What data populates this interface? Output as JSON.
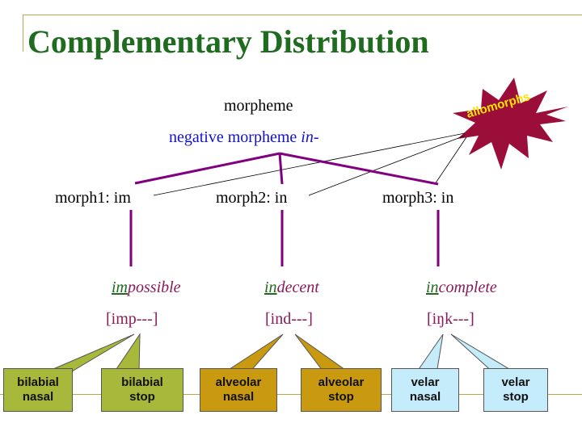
{
  "title": "Complementary Distribution",
  "morpheme_label": "morpheme",
  "negative_morpheme": {
    "text": "negative morpheme ",
    "italic": "in-"
  },
  "starburst_label": "allomorphs",
  "morphs": [
    {
      "label": "morph1: im"
    },
    {
      "label": "morph2: in"
    },
    {
      "label": "morph3: in"
    }
  ],
  "words": [
    {
      "prefix": "im",
      "rest": "possible",
      "transcription": "[imp---]"
    },
    {
      "prefix": "in",
      "rest": "decent",
      "transcription": "[ind---]"
    },
    {
      "prefix": "in",
      "rest": "complete",
      "transcription": "[iŋk---]"
    }
  ],
  "boxes": [
    {
      "line1": "bilabial",
      "line2": "nasal"
    },
    {
      "line1": "bilabial",
      "line2": "stop"
    },
    {
      "line1": "alveolar",
      "line2": "nasal"
    },
    {
      "line1": "alveolar",
      "line2": "stop"
    },
    {
      "line1": "velar",
      "line2": "nasal"
    },
    {
      "line1": "velar",
      "line2": "stop"
    }
  ],
  "colors": {
    "title": "#1f6b1f",
    "tree_lines": "#800080",
    "blue_text": "#1111cc",
    "word_text": "#8b1a5a",
    "starburst": "#9b0e3a",
    "starburst_text": "#ffe400",
    "box_green": "#a7b83a",
    "box_gold": "#c99a10",
    "box_blue": "#c5ecfb"
  }
}
